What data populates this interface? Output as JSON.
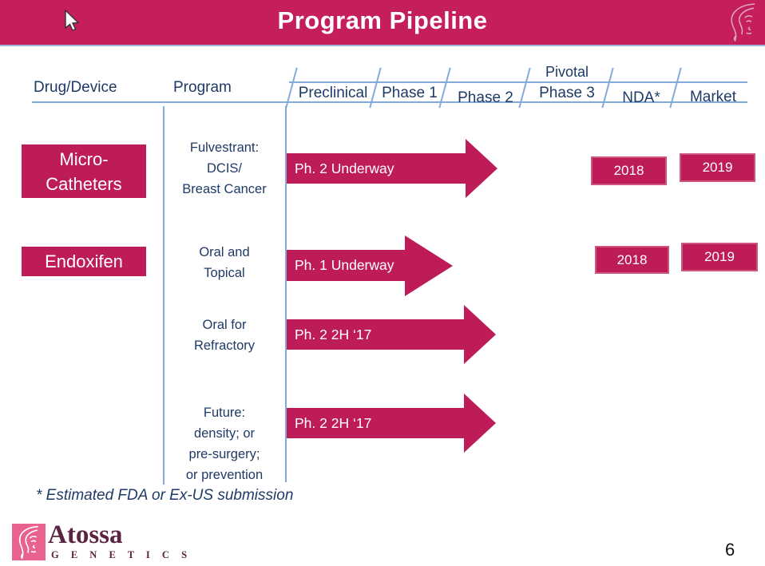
{
  "header": {
    "title": "Program Pipeline"
  },
  "table": {
    "col_drug": "Drug/Device",
    "col_program": "Program",
    "phases": [
      {
        "label": "Preclinical"
      },
      {
        "label": "Phase 1"
      },
      {
        "label": "Phase 2"
      },
      {
        "top": "Pivotal",
        "label": "Phase 3"
      },
      {
        "label": "NDA*"
      },
      {
        "label": "Market"
      }
    ],
    "rows": [
      {
        "drug": "Micro-\nCatheters",
        "program": "Fulvestrant:\nDCIS/\nBreast Cancer",
        "arrow_label": "Ph. 2 Underway",
        "nda_year": "2018",
        "market_year": "2019"
      },
      {
        "drug": "Endoxifen",
        "program": "Oral and\nTopical",
        "arrow_label": "Ph. 1 Underway",
        "nda_year": "2018",
        "market_year": "2019"
      },
      {
        "program": "Oral for\nRefractory",
        "arrow_label": "Ph. 2 2H ‘17"
      },
      {
        "program": "Future:\ndensity; or\npre-surgery;\nor prevention",
        "arrow_label": "Ph. 2 2H ‘17"
      }
    ]
  },
  "footnote": "* Estimated FDA or Ex-US submission",
  "footer_logo": {
    "name": "Atossa",
    "subtitle": "G E N E T I C S"
  },
  "page_number": "6",
  "colors": {
    "crimson": "#BE1C59",
    "header_bar": "#C41E5C",
    "navy_text": "#1E3A66",
    "line_blue": "#84A9DB",
    "logo_pink": "#E9628E",
    "wordmark": "#5C2342"
  }
}
